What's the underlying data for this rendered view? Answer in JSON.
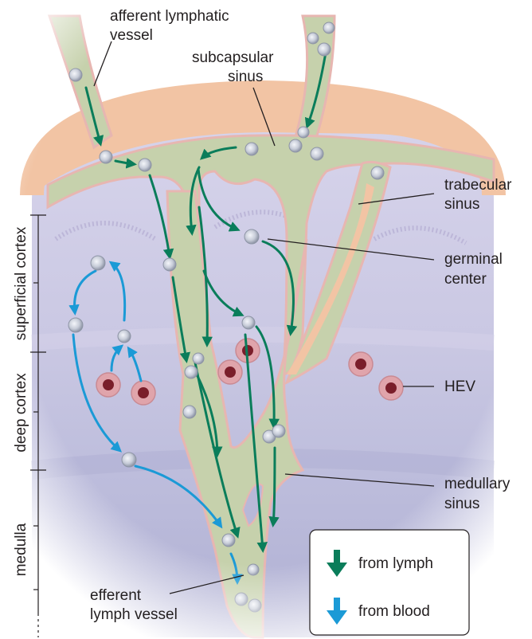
{
  "labels": {
    "afferent_1": "afferent lymphatic",
    "afferent_2": "vessel",
    "subcapsular_1": "subcapsular",
    "subcapsular_2": "sinus",
    "trabecular_1": "trabecular",
    "trabecular_2": "sinus",
    "germinal_1": "germinal",
    "germinal_2": "center",
    "hev": "HEV",
    "medullary_1": "medullary",
    "medullary_2": "sinus",
    "efferent_1": "efferent",
    "efferent_2": "lymph vessel"
  },
  "regions": {
    "superficial_cortex": "superficial cortex",
    "deep_cortex": "deep cortex",
    "medulla": "medulla"
  },
  "legend": {
    "lymph": "from lymph",
    "blood": "from blood"
  },
  "colors": {
    "lymph_arrow": "#0a7d5a",
    "blood_arrow": "#1b9ad6",
    "capsule": "#f2c4a4",
    "sinus": "#c6d1ac",
    "cortex": "#c4c2df",
    "medulla": "#b2b2d4",
    "hev": "#e0a4ab"
  }
}
